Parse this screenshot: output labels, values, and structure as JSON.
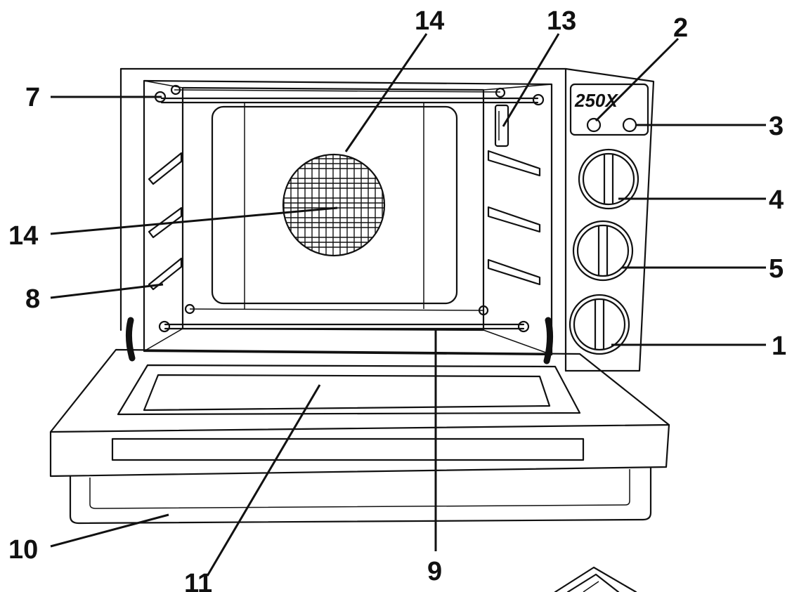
{
  "figure": {
    "logo_text": "250X",
    "colors": {
      "ink": "#111111",
      "paper": "#ffffff"
    }
  },
  "callouts": [
    {
      "id": "c7",
      "text": "7"
    },
    {
      "id": "c14a",
      "text": "14"
    },
    {
      "id": "c13",
      "text": "13"
    },
    {
      "id": "c2",
      "text": "2"
    },
    {
      "id": "c3",
      "text": "3"
    },
    {
      "id": "c4",
      "text": "4"
    },
    {
      "id": "c14b",
      "text": "14"
    },
    {
      "id": "c5",
      "text": "5"
    },
    {
      "id": "c8",
      "text": "8"
    },
    {
      "id": "c1",
      "text": "1"
    },
    {
      "id": "c10",
      "text": "10"
    },
    {
      "id": "c9",
      "text": "9"
    },
    {
      "id": "c11",
      "text": "11"
    }
  ]
}
